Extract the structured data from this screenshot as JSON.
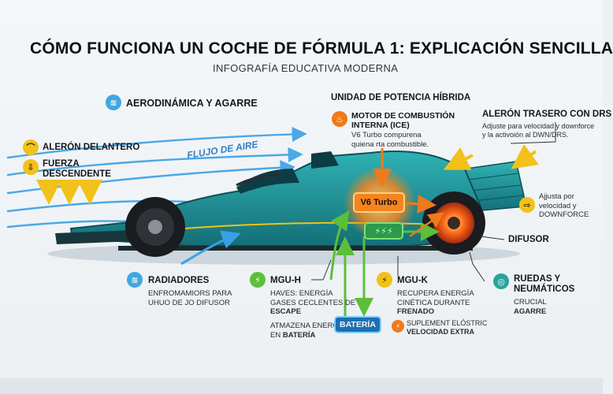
{
  "header": {
    "title": "CÓMO FUNCIONA UN COCHE DE FÓRMULA 1: EXPLICACIÓN SENCILLA",
    "subtitle": "INFOGRAFÍA EDUCATIVA MODERNA"
  },
  "labels": {
    "aero": "AERODINÁMICA Y AGARRE",
    "front_wing": "ALERÓN DELANTERO",
    "downforce": "FUERZA\nDESCENDENTE",
    "airflow": "FLUJO DE AIRE",
    "power_unit": "UNIDAD DE POTENCIA HÍBRIDA",
    "ice_title": "MOTOR DE COMBUSTIÓN\nINTERNA (ICE)",
    "ice_desc": "V6 Turbo compurena\nquiena rta combustible.",
    "rear_wing": "ALERÓN TRASERO CON DRS",
    "rear_wing_desc": "Adjuste para velocidad y downforce\ny la activoión al DWN/DRS.",
    "adjust": "Ajjusta por\nvelocidad y\nDOWNFORCE",
    "engine": "V6 Turbo",
    "diffuser": "DIFUSOR",
    "radiators": "RADIADORES",
    "radiators_desc": "ENFROMAMIORS PARA\nUHUO DE JO DIFUSOR",
    "mguh": "MGU-H",
    "mguh_desc_1": "HAVES: ENERGÍA",
    "mguh_desc_2": "GASES CECLENTES DE",
    "mguh_desc_3": "ESCAPE",
    "mguh_store_1": "ATMAZENA ENERGÍA",
    "mguh_store_2": "EN",
    "mguh_store_3": "BATERÍA",
    "battery": "BATERÍA",
    "mguk": "MGU-K",
    "mguk_desc_1": "RECUPERA ENERGÍA",
    "mguk_desc_2": "CINÉTICA DURANTE",
    "mguk_desc_3": "FRENADO",
    "boost_1": "SUPLEMENT ELÓSTRIC",
    "boost_2": "VELOCIDAD EXTRA",
    "tires": "RUEDAS Y\nNEUMÁTICOS",
    "tires_desc_1": "CRUCIAL",
    "tires_desc_2": "AGARRE"
  },
  "icons": {
    "aero": "wind-icon",
    "front_wing": "wing-icon",
    "downforce": "down-arrow-icon",
    "ice": "flame-icon",
    "rear_wing": "adjust-arrow-icon",
    "adjust": "right-arrow-icon",
    "radiators": "wind-icon",
    "mguh": "bolt-icon",
    "mguk": "bolt-icon",
    "boost": "bolt-icon",
    "tires": "tire-icon"
  },
  "colors": {
    "car_body": "#1f8f95",
    "air": "#3aa0e6",
    "downforce": "#f2c21a",
    "energy": "#f07a1a",
    "battery_flow": "#5cbf3a",
    "engine_glow": "#f6841f"
  }
}
